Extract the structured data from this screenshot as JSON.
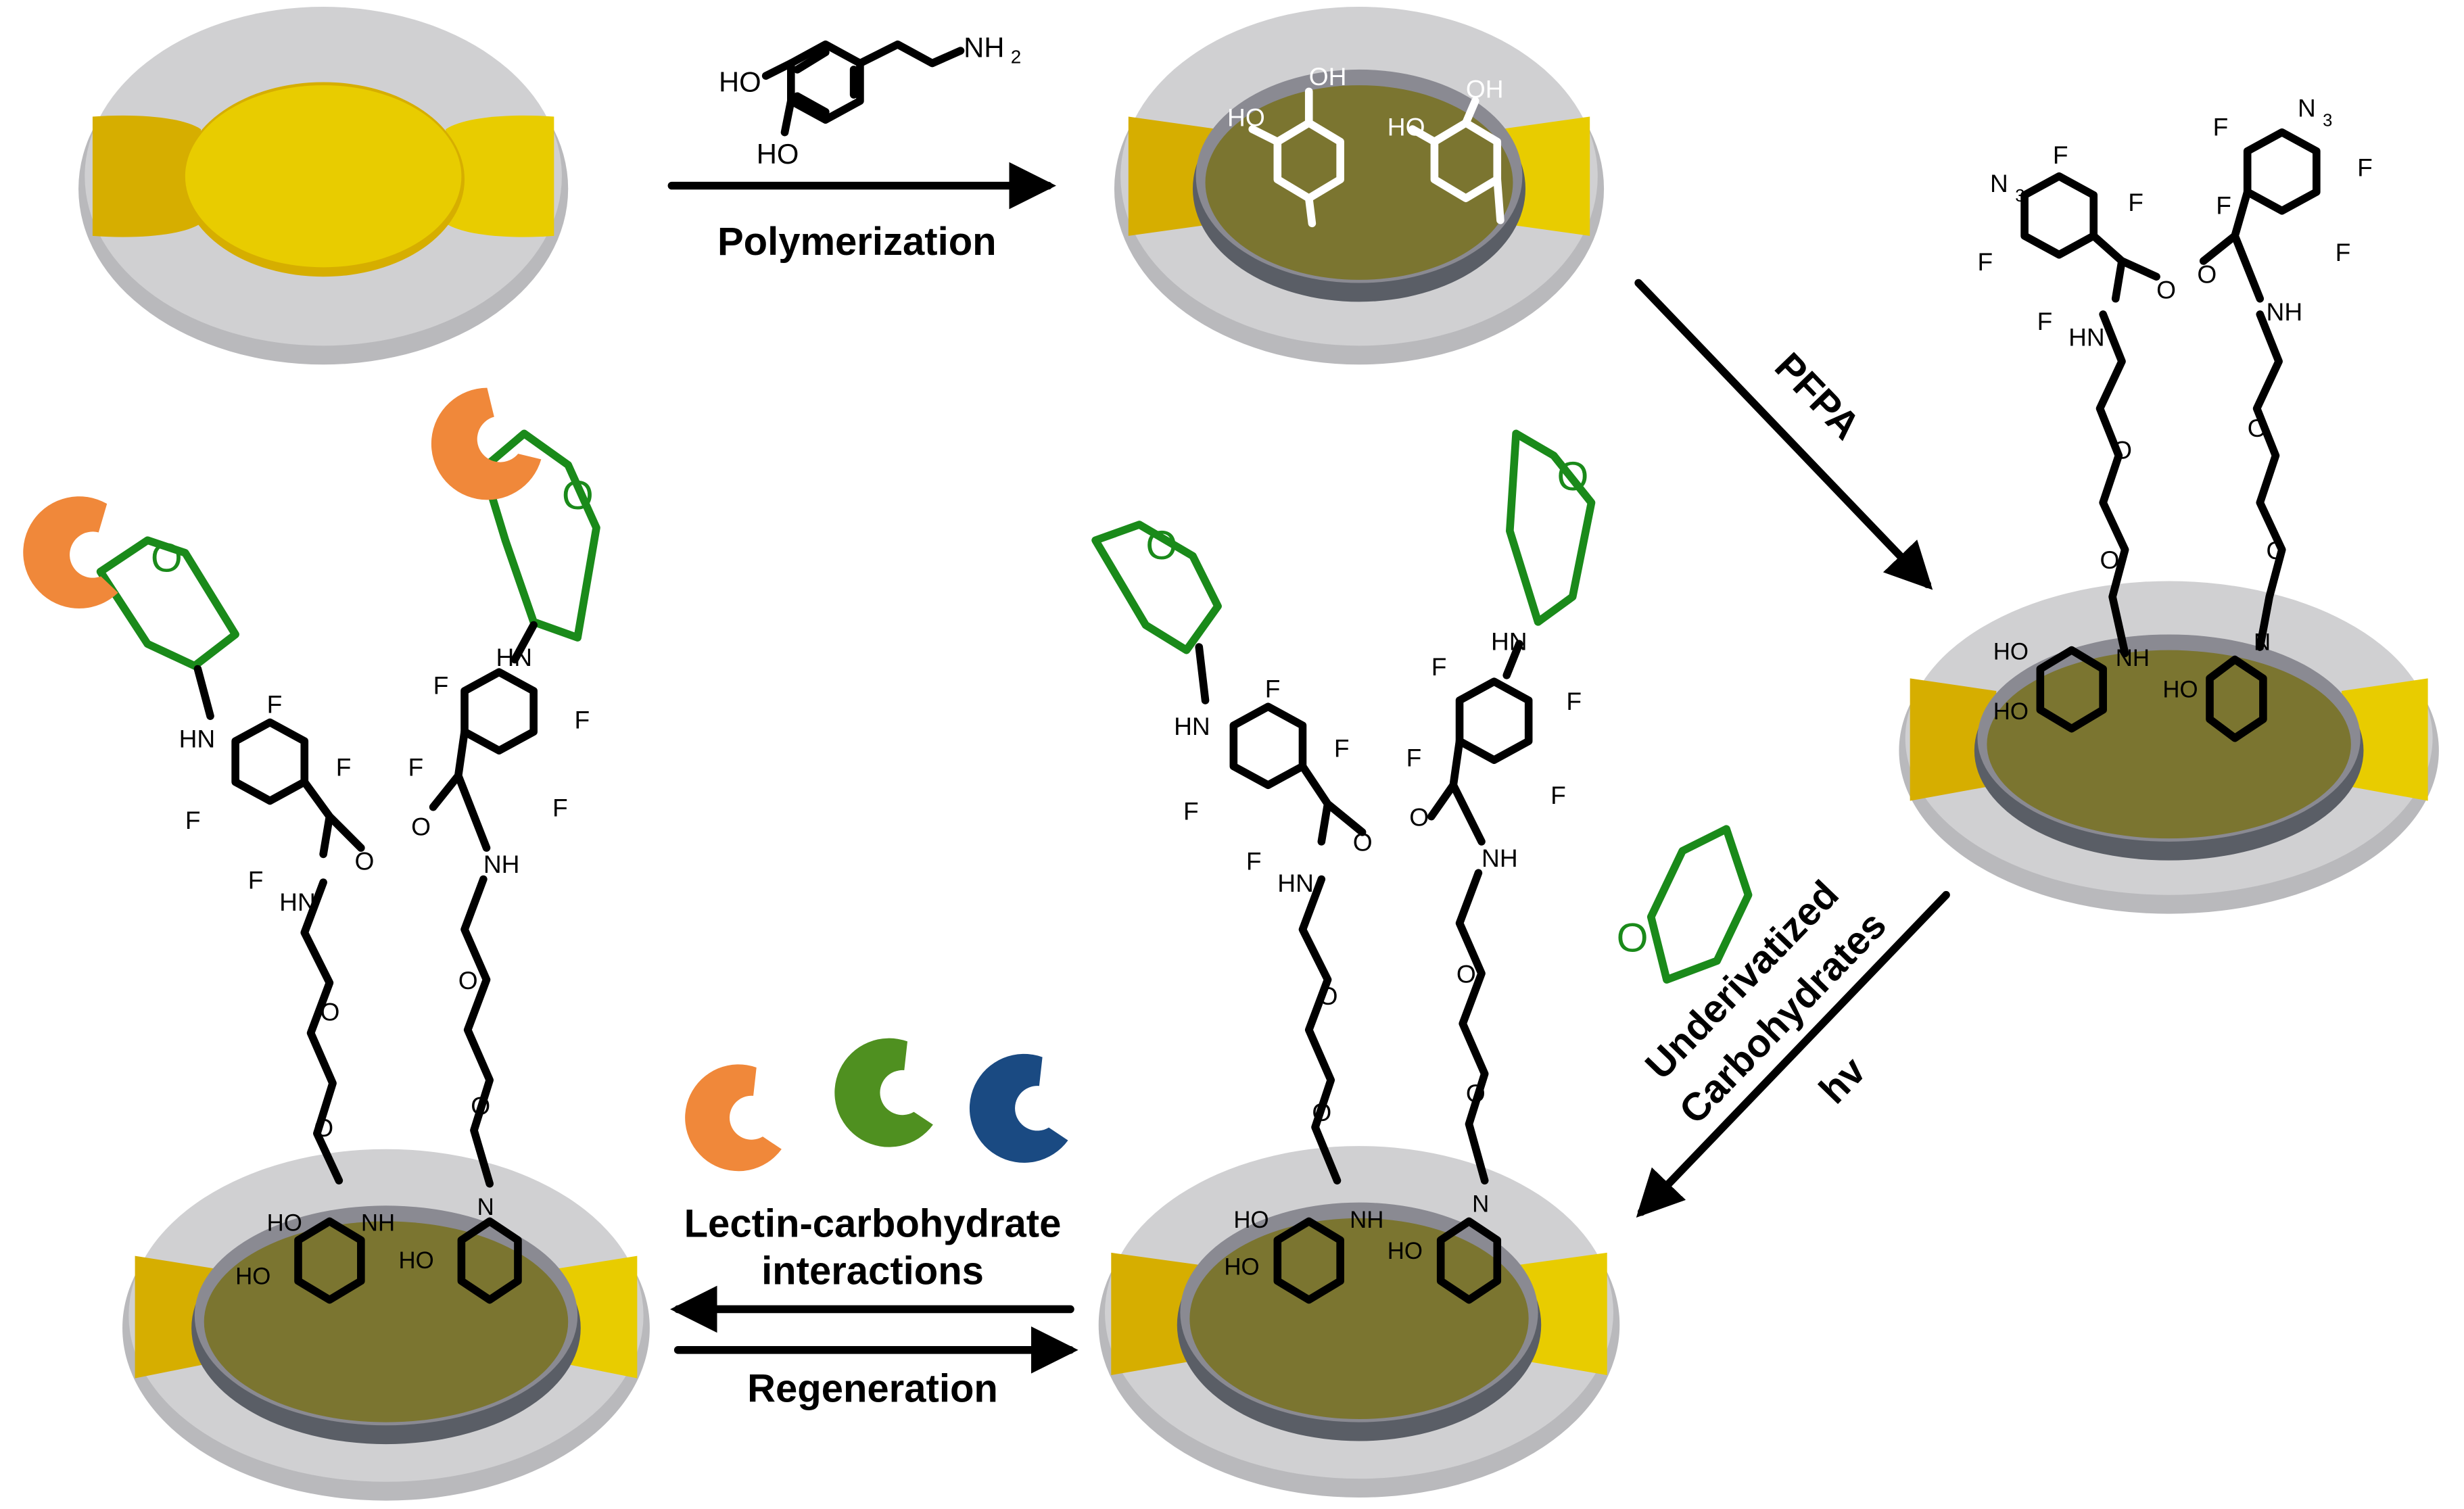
{
  "steps": {
    "polymerization": "Polymerization",
    "pfpa": "PFPA",
    "underivatized_line1": "Underivatized",
    "underivatized_line2": "Carbohydrates",
    "hv": "hv",
    "lectin_line1": "Lectin-carbohydrate",
    "lectin_line2": "interactions",
    "regeneration": "Regeneration"
  },
  "dopamine": {
    "ho1": "HO",
    "ho2": "HO",
    "nh2": "NH",
    "nh2_sub": "2"
  },
  "atoms": {
    "ho": "HO",
    "oh": "OH",
    "nh": "NH",
    "hn": "HN",
    "n": "N",
    "o": "O",
    "f": "F",
    "n3": "N",
    "n3_sub": "3"
  },
  "colors": {
    "gold": "#e8cc00",
    "gold_dark": "#d6ae00",
    "platform": "#d0d0d2",
    "film": "#7b7530",
    "film_edge": "#5a5e66",
    "sugar": "#1a8a1a",
    "lectin_orange": "#f0883a",
    "lectin_green": "#4f9020",
    "lectin_blue": "#1a4a82"
  }
}
